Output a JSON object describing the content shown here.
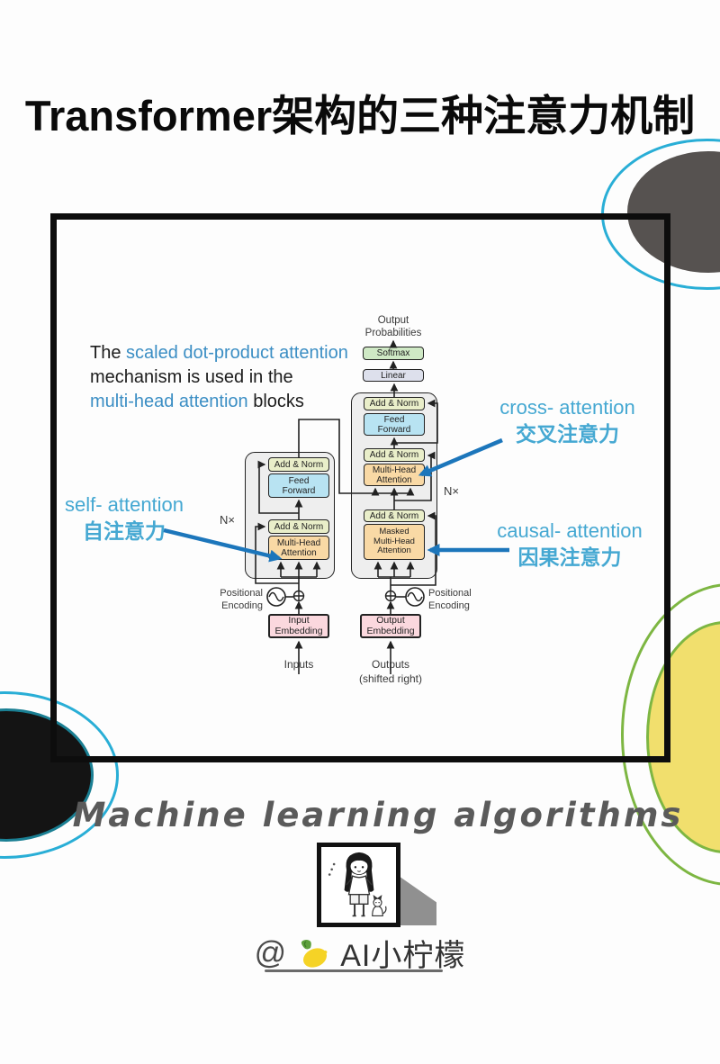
{
  "title": "Transformer架构的三种注意力机制",
  "note": {
    "the": "The ",
    "highlight1": "scaled dot-product attention",
    "line2": "mechanism is used in the",
    "highlight2": "multi-head attention",
    "blocks": " blocks"
  },
  "diagram": {
    "output_probabilities": "Output\nProbabilities",
    "softmax": "Softmax",
    "linear": "Linear",
    "add_norm": "Add & Norm",
    "feed_forward": "Feed\nForward",
    "multi_head_attention": "Multi-Head\nAttention",
    "masked_multi_head_attention": "Masked\nMulti-Head\nAttention",
    "input_embedding": "Input\nEmbedding",
    "output_embedding": "Output\nEmbedding",
    "inputs": "Inputs",
    "outputs": "Outputs\n(shifted right)",
    "positional_encoding": "Positional\nEncoding",
    "n_times": "N×"
  },
  "annotations": {
    "self_en": "self- attention",
    "self_zh": "自注意力",
    "cross_en": "cross- attention",
    "cross_zh": "交叉注意力",
    "causal_en": "causal- attention",
    "causal_zh": "因果注意力"
  },
  "footer": {
    "tagline": "Machine learning algorithms",
    "at": "@",
    "handle": "AI小柠檬"
  },
  "colors": {
    "annotation_text": "#45a8d2",
    "annotation_arrow": "#1c76bb",
    "note_highlight": "#3b8ec4",
    "softmax_bg": "#cfe9c5",
    "linear_bg": "#dde0ec",
    "add_norm_bg": "#e9eec9",
    "feed_forward_bg": "#b8e3f2",
    "attention_bg": "#f9d9a5",
    "embedding_bg": "#fbd8de",
    "frame_border": "#0d0d0d",
    "deco_cyan": "#29aed6",
    "deco_gray": "#565250",
    "deco_black": "#141414",
    "deco_yellow": "#f1df6d",
    "deco_green": "#7db642"
  }
}
